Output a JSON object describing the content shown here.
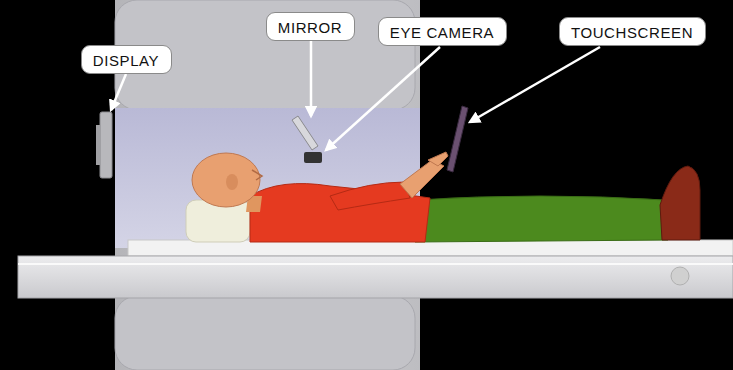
{
  "diagram": {
    "nodes": [
      {
        "text": [
          "DISPLAY"
        ]
      },
      {
        "text": [
          "MIRROR"
        ]
      },
      {
        "text": [
          "EYE CAMERA"
        ]
      },
      {
        "text": [
          "TOUCHSCREEN"
        ]
      }
    ]
  }
}
